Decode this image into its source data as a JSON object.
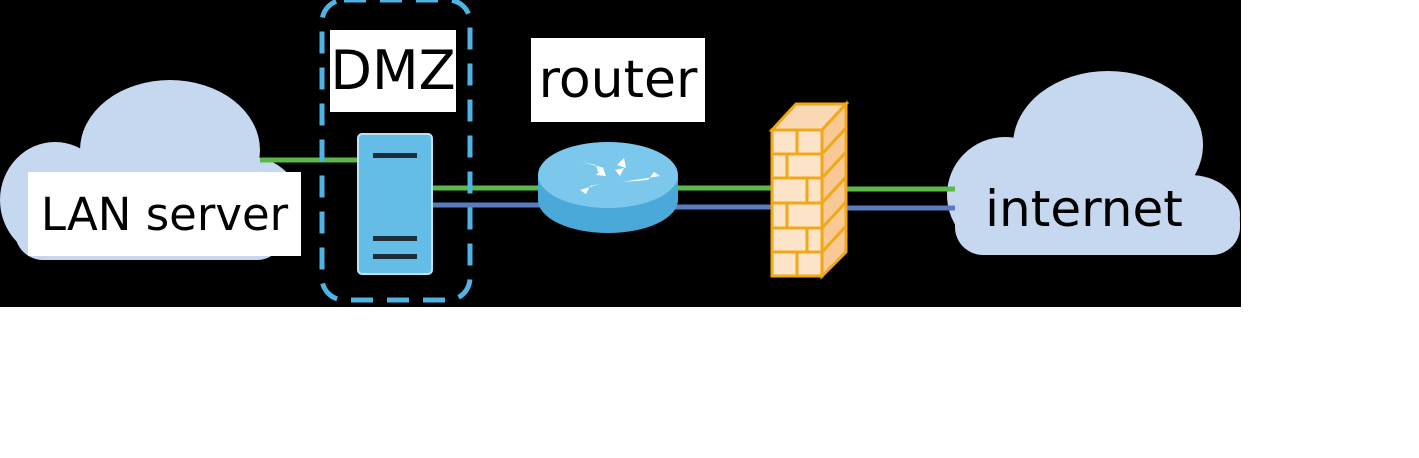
{
  "diagram": {
    "type": "network-topology",
    "labels": {
      "dmz": "DMZ",
      "router": "router",
      "lan_server": "LAN server",
      "internet": "internet"
    },
    "nodes": [
      {
        "id": "lan-cloud",
        "kind": "cloud",
        "label_key": "lan_server"
      },
      {
        "id": "dmz-server",
        "kind": "server",
        "zone": "dmz"
      },
      {
        "id": "router",
        "kind": "router",
        "label_key": "router"
      },
      {
        "id": "firewall",
        "kind": "firewall"
      },
      {
        "id": "internet-cloud",
        "kind": "cloud",
        "label_key": "internet"
      }
    ],
    "links": [
      {
        "from": "lan-cloud",
        "to": "dmz-server",
        "color": "#5cb84a"
      },
      {
        "from": "dmz-server",
        "to": "router",
        "color": "#5cb84a"
      },
      {
        "from": "dmz-server",
        "to": "router",
        "color": "#5b7bbf"
      },
      {
        "from": "router",
        "to": "firewall",
        "color": "#5cb84a"
      },
      {
        "from": "router",
        "to": "firewall",
        "color": "#5b7bbf"
      },
      {
        "from": "firewall",
        "to": "internet-cloud",
        "color": "#5cb84a"
      },
      {
        "from": "firewall",
        "to": "internet-cloud",
        "color": "#5b7bbf"
      }
    ],
    "colors": {
      "background": "#000000",
      "cloud": "#c5d8ef",
      "server": "#64bde6",
      "router": "#64bde6",
      "dmz_border": "#4fb3e3",
      "firewall_fill": "#fde3c8",
      "firewall_stroke": "#f0a818",
      "link_green": "#5cb84a",
      "link_blue": "#5b7bbf"
    }
  }
}
